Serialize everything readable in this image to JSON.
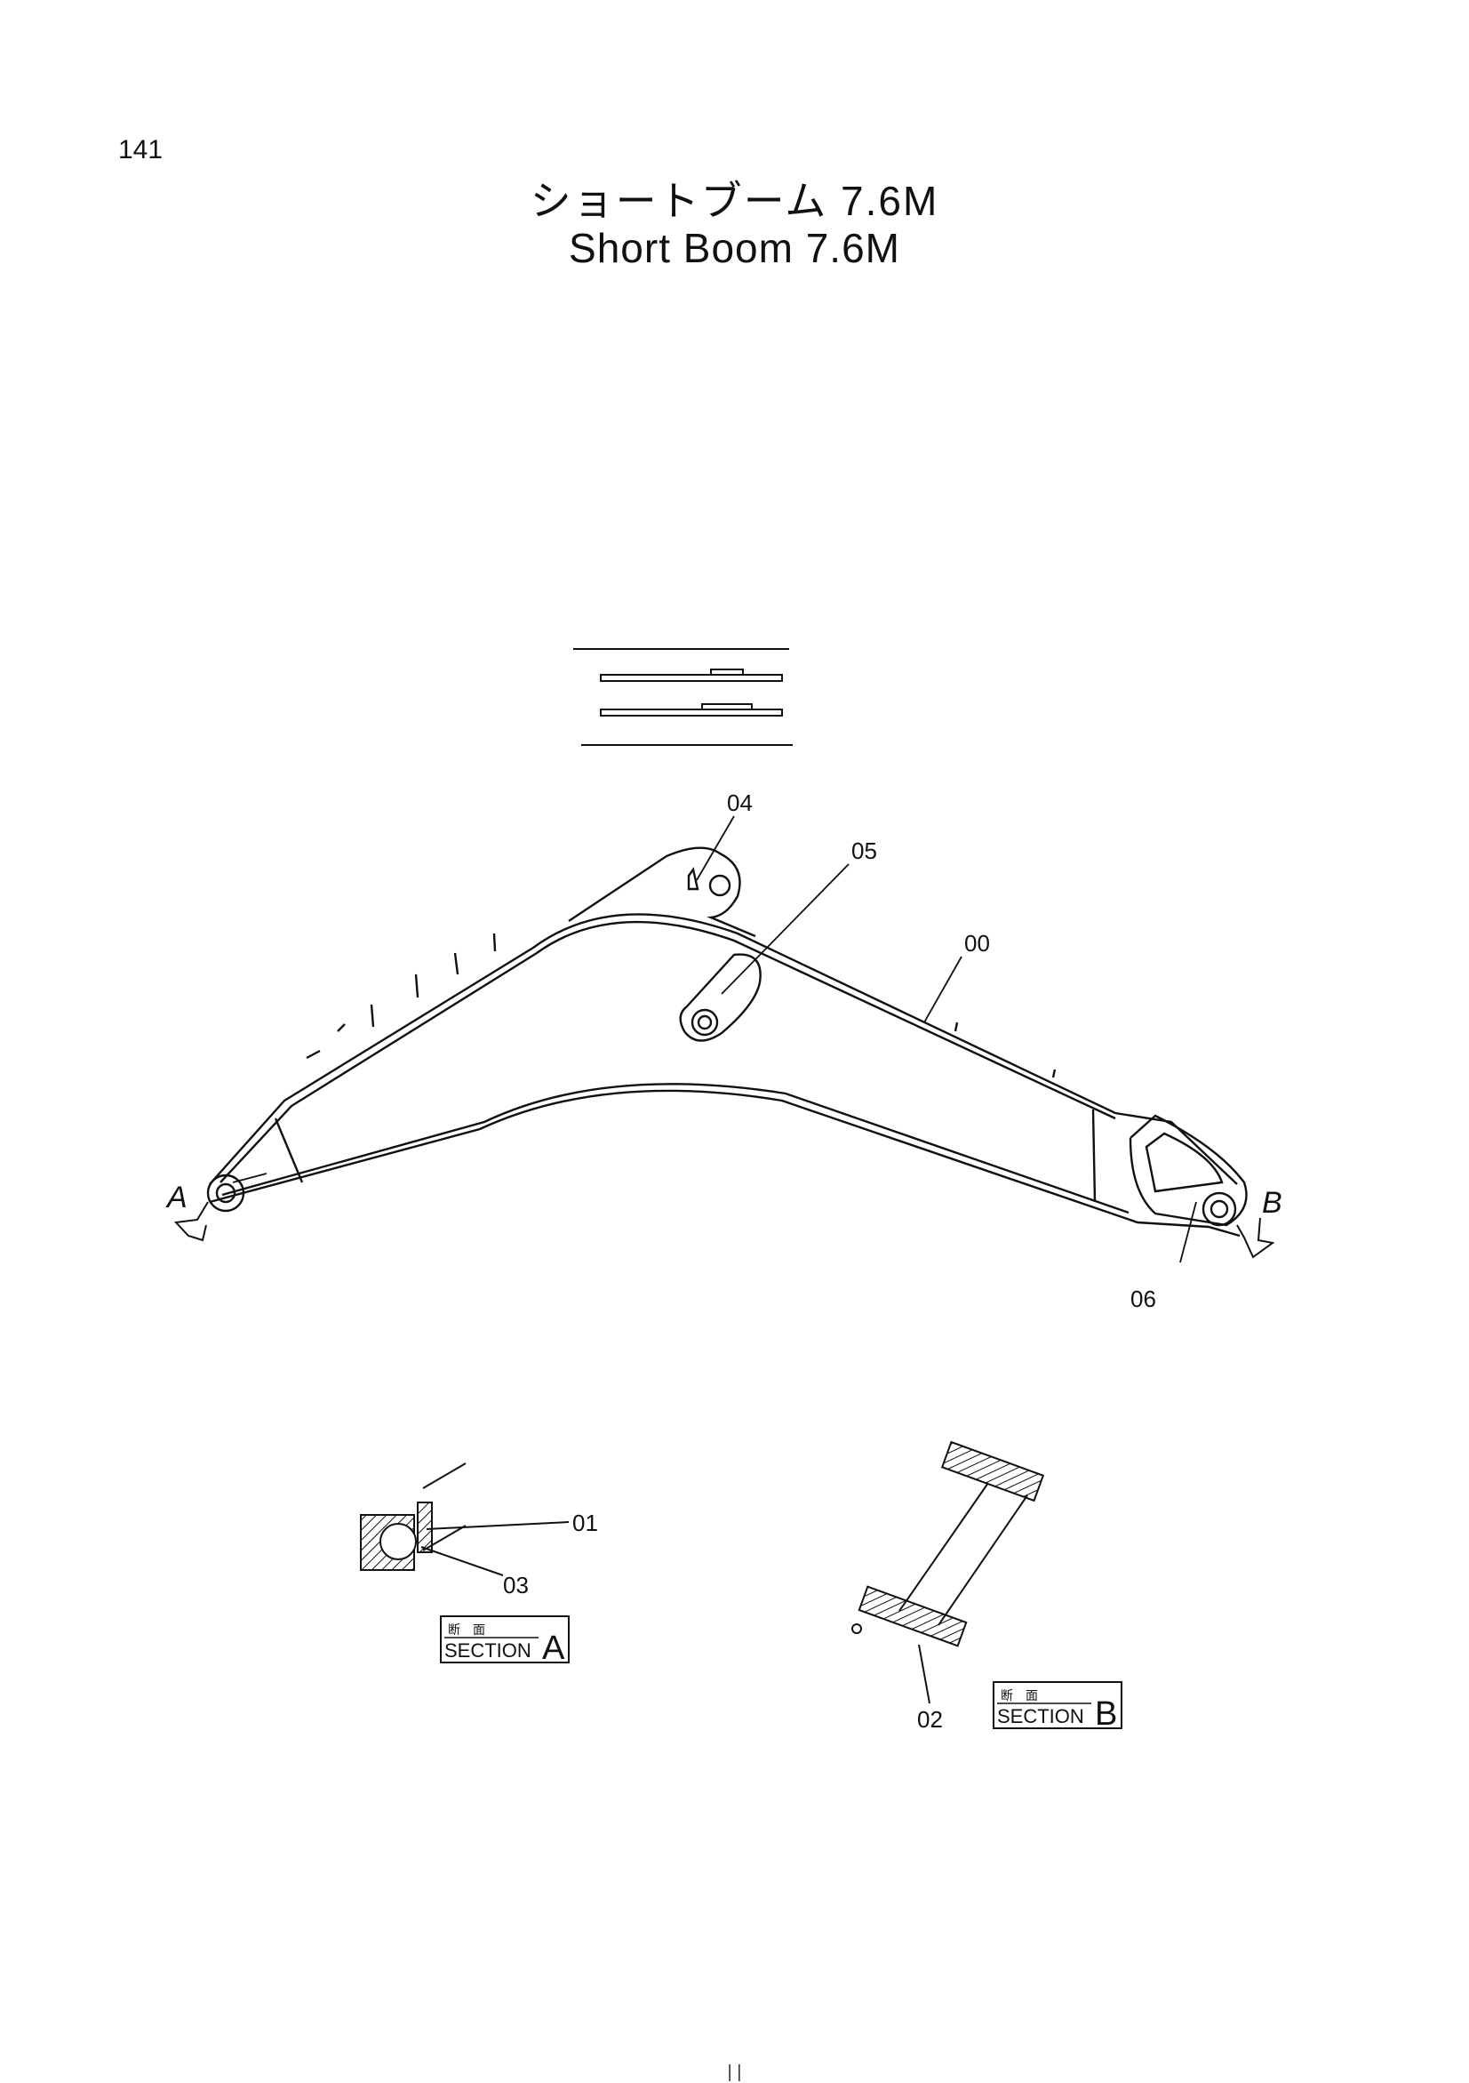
{
  "page": {
    "number": "141",
    "title_jp": "ショートブーム 7.6M",
    "title_en": "Short Boom 7.6M",
    "footer_mark": "| |"
  },
  "callouts": {
    "c00": "00",
    "c01": "01",
    "c02": "02",
    "c03": "03",
    "c04": "04",
    "c05": "05",
    "c06": "06"
  },
  "view_arrows": {
    "a": "A",
    "b": "B"
  },
  "sections": {
    "a": {
      "jp": "断　面",
      "en": "SECTION",
      "letter": "A"
    },
    "b": {
      "jp": "断　面",
      "en": "SECTION",
      "letter": "B"
    }
  }
}
